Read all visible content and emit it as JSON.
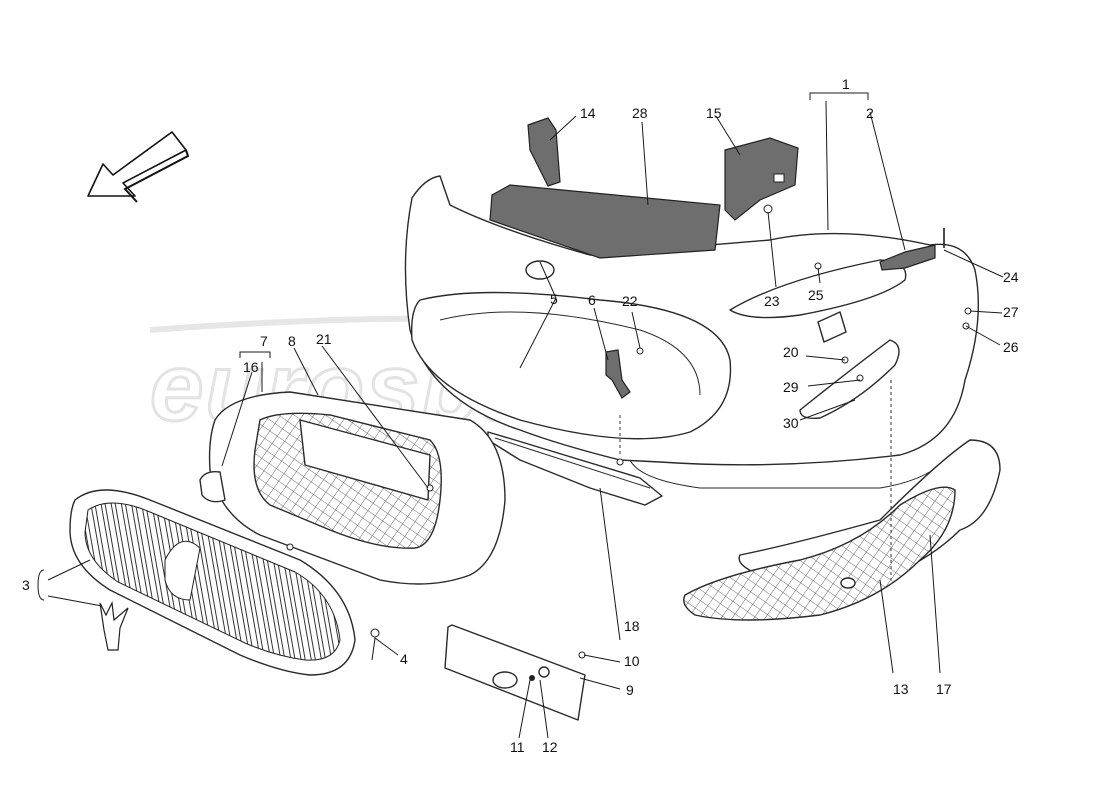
{
  "watermark": {
    "text": "eurospares"
  },
  "callouts": {
    "c1": "1",
    "c2": "2",
    "c3": "3",
    "c4": "4",
    "c5": "5",
    "c6": "6",
    "c7": "7",
    "c8": "8",
    "c9": "9",
    "c10": "10",
    "c11": "11",
    "c12": "12",
    "c13": "13",
    "c14": "14",
    "c15": "15",
    "c16": "16",
    "c17": "17",
    "c18": "18",
    "c20": "20",
    "c21": "21",
    "c22": "22",
    "c23": "23",
    "c24": "24",
    "c25": "25",
    "c26": "26",
    "c27": "27",
    "c28": "28",
    "c29": "29",
    "c30": "30"
  },
  "icons": {
    "direction_arrow": "arrow-down-left-icon"
  }
}
